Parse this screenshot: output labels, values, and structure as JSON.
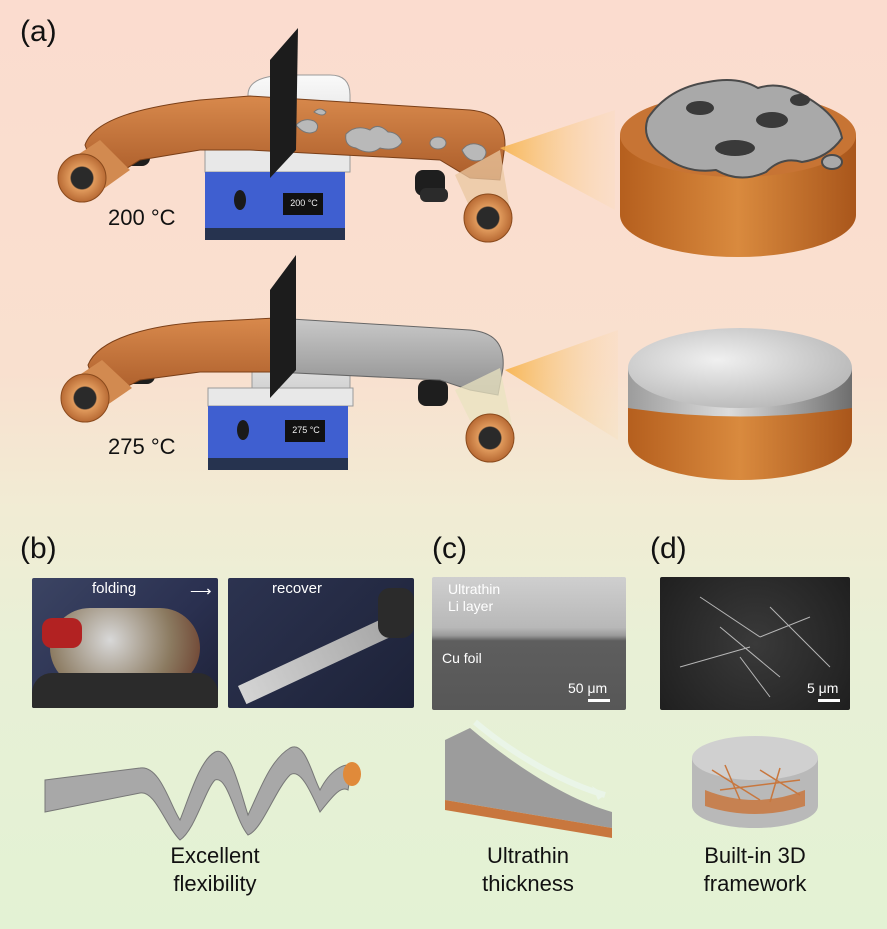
{
  "panels": {
    "a": {
      "label": "(a)",
      "rows": [
        {
          "temperature": "200 °C",
          "display": "200 °C"
        },
        {
          "temperature": "275 °C",
          "display": "275 °C"
        }
      ]
    },
    "b": {
      "label": "(b)",
      "photo_labels": {
        "left": "folding",
        "right": "recover"
      },
      "caption_lines": [
        "Excellent",
        "flexibility"
      ]
    },
    "c": {
      "label": "(c)",
      "sem_labels": {
        "layer_line1": "Ultrathin",
        "layer_line2": "Li layer",
        "foil": "Cu foil",
        "scale": "50 μm"
      },
      "caption_lines": [
        "Ultrathin",
        "thickness"
      ]
    },
    "d": {
      "label": "(d)",
      "sem_labels": {
        "scale": "5 μm"
      },
      "caption_lines": [
        "Built-in 3D",
        "framework"
      ]
    }
  },
  "colors": {
    "copper": "#c8773e",
    "copper_dark": "#9a5426",
    "lithium": "#b8b8b8",
    "heater_blue": "#3f5fd0"
  }
}
